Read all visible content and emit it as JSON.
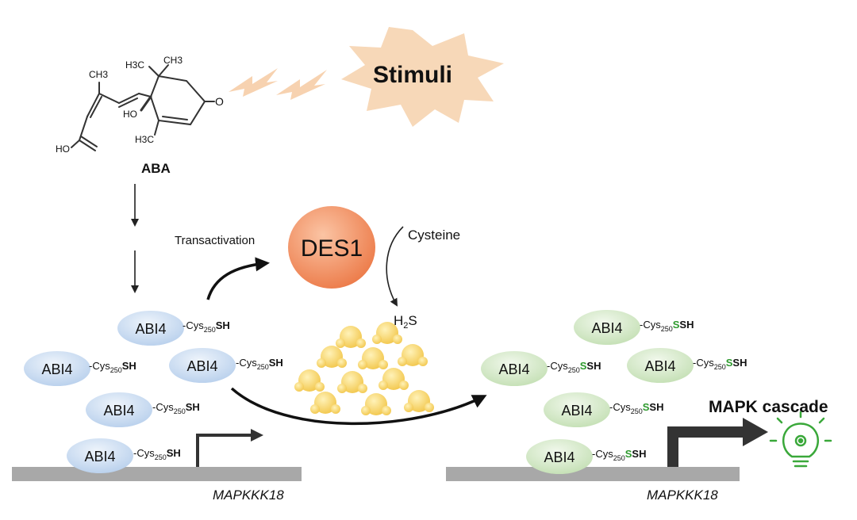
{
  "molecule": {
    "name": "ABA",
    "labels": {
      "methyl_top": "CH3",
      "dimethyl": "H3C",
      "dimethyl_right": "CH3",
      "hydroxyl": "HO",
      "carboxyl": "HO",
      "ring_methyl": "H3C"
    }
  },
  "stimuli": {
    "label": "Stimuli"
  },
  "des1": {
    "label": "DES1",
    "transactivation": "Transactivation",
    "substrate": "Cysteine",
    "product_main": "H",
    "product_sub": "2",
    "product_tail": "S"
  },
  "protein": {
    "name": "ABI4",
    "reduced": {
      "prefix": "-Cys",
      "sub": "250",
      "suffix": "SH"
    },
    "persulfidated": {
      "prefix": "-Cys",
      "sub": "250",
      "s_green": "S",
      "suffix": "SH"
    }
  },
  "genes": {
    "left": "MAPKKK18",
    "right": "MAPKKK18"
  },
  "mapk": {
    "label": "MAPK cascade"
  },
  "colors": {
    "blue_protein": "#c4d8ef",
    "green_protein": "#cfe6c3",
    "des1": "#f08a5d",
    "h2s": "#f6d36a",
    "gene_bar": "#a8a8a8",
    "arrow": "#333333",
    "bulb": "#3aa83a",
    "stimuli": "#f7d8b8"
  }
}
